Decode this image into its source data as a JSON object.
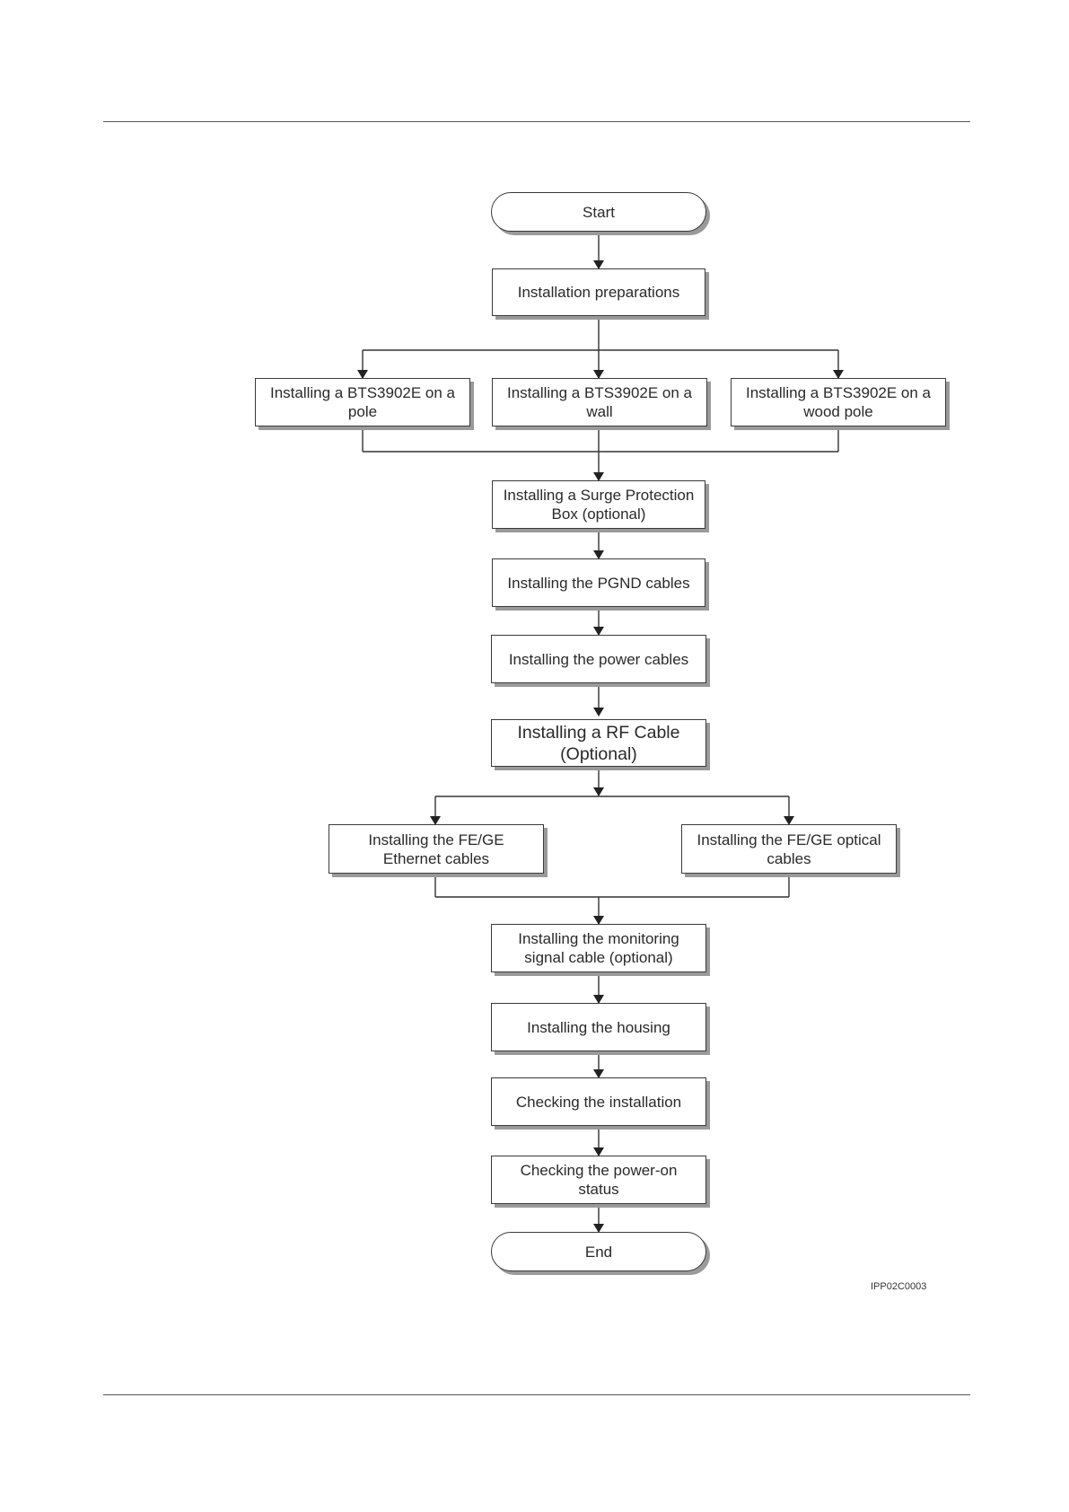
{
  "nodes": {
    "start": "Start",
    "prep": "Installation preparations",
    "pole": "Installing a  BTS3902E on a\npole",
    "wall": "Installing a  BTS3902E on a\nwall",
    "wood": "Installing a  BTS3902E on a\nwood pole",
    "surge": "Installing a Surge Protection\nBox (optional)",
    "pgnd": "Installing the PGND cables",
    "power": "Installing the power cables",
    "rf": "Installing a RF Cable\n(Optional)",
    "eth": "Installing the FE/GE\nEthernet cables",
    "optical": "Installing the FE/GE optical\ncables",
    "monitor": "Installing the monitoring\nsignal cable (optional)",
    "housing": "Installing the housing",
    "check": "Checking the installation",
    "poweron": "Checking the power-on\nstatus",
    "end": "End"
  },
  "figure_id": "IPP02C0003"
}
